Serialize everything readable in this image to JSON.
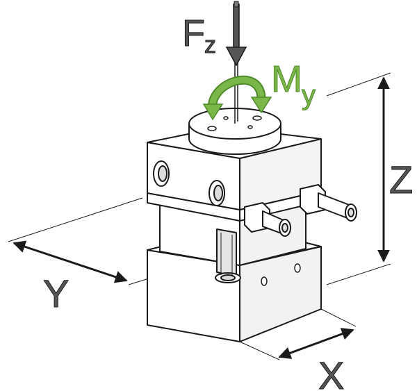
{
  "labels": {
    "force": "F",
    "force_sub": "z",
    "moment": "M",
    "moment_sub": "y",
    "z_axis": "Z",
    "y_axis": "Y",
    "x_axis": "X"
  },
  "colors": {
    "line": "#1a1a1a",
    "text_gray": "#555555",
    "moment_green": "#7ab648",
    "moment_green_dark": "#4f8a2a",
    "fill_light": "#ffffff",
    "fill_shade": "#e9e9e9"
  },
  "icons": {
    "force_arrow": "downward-arrow",
    "moment_arrow": "curved-double-arrow",
    "dimension_arrow": "double-headed-arrow"
  }
}
